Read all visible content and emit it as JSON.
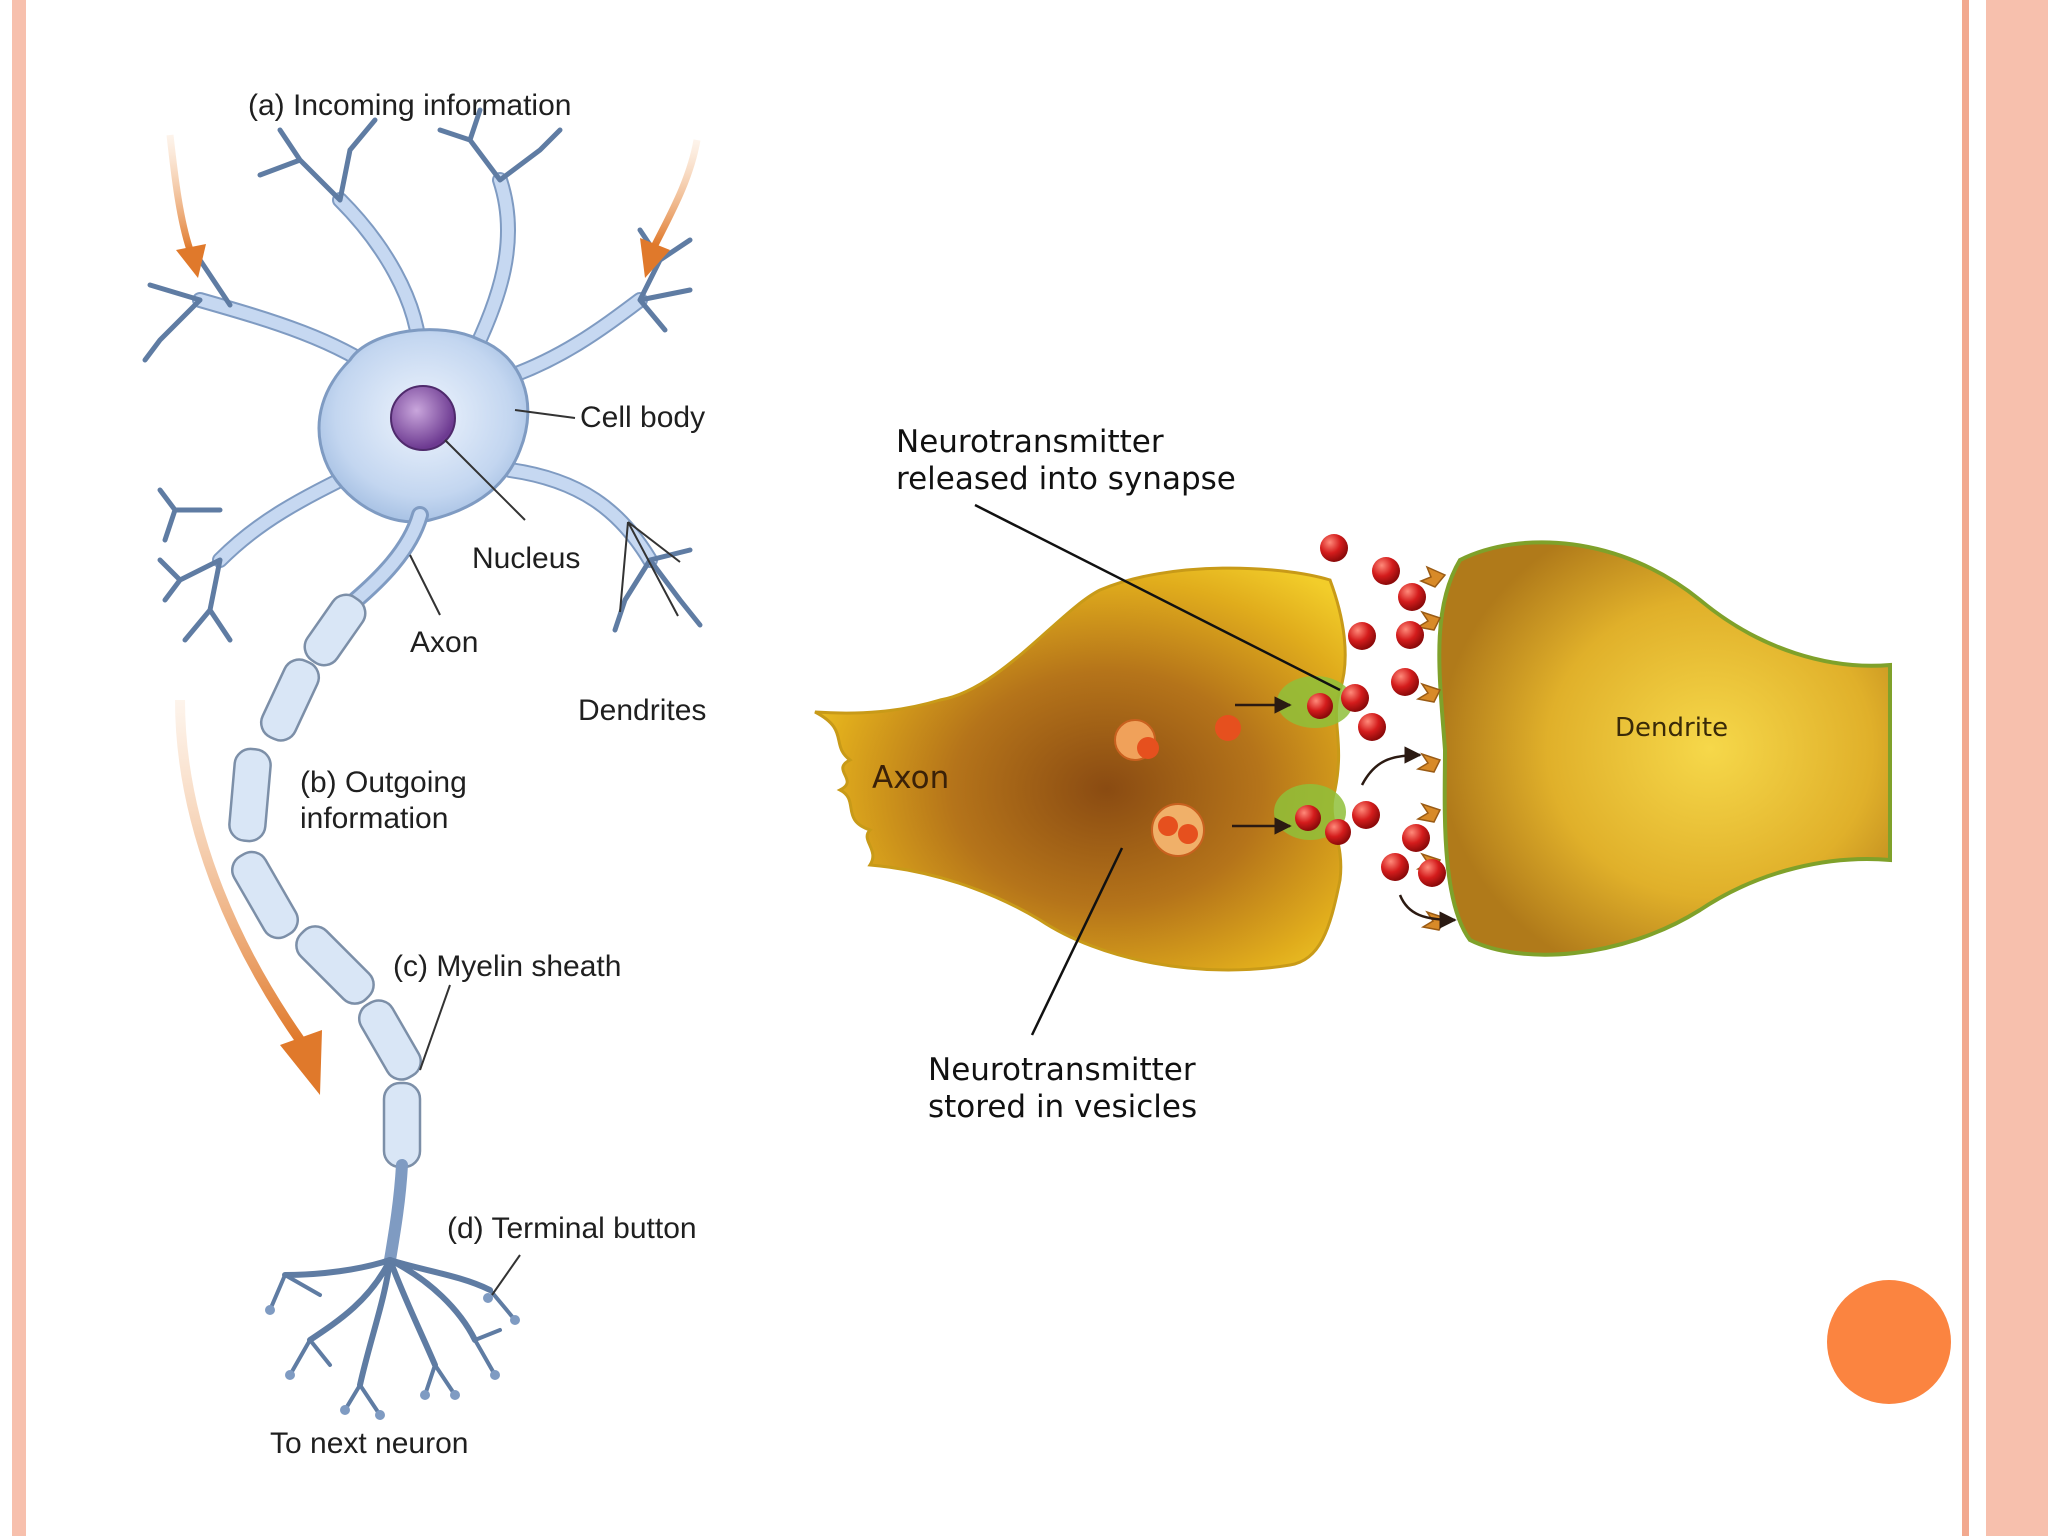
{
  "slide": {
    "colors": {
      "frame": "#f7c0ad",
      "frame_dark": "#f2a98f",
      "accent_dot": "#fb8440",
      "axon_membrane": "#d9a520",
      "neuron_fill": "#c6d8f1",
      "neurotransmitter": "#d41c1c"
    }
  },
  "neuron_diagram": {
    "labels": {
      "incoming": "(a) Incoming information",
      "cell_body": "Cell body",
      "nucleus": "Nucleus",
      "axon": "Axon",
      "dendrites": "Dendrites",
      "outgoing_line1": "(b) Outgoing",
      "outgoing_line2": "information",
      "myelin": "(c) Myelin sheath",
      "terminal": "(d) Terminal button",
      "next_neuron": "To next neuron"
    }
  },
  "synapse_diagram": {
    "labels": {
      "released_line1": "Neurotransmitter",
      "released_line2": "released into synapse",
      "axon": "Axon",
      "dendrite": "Dendrite",
      "stored_line1": "Neurotransmitter",
      "stored_line2": "stored in vesicles"
    }
  }
}
